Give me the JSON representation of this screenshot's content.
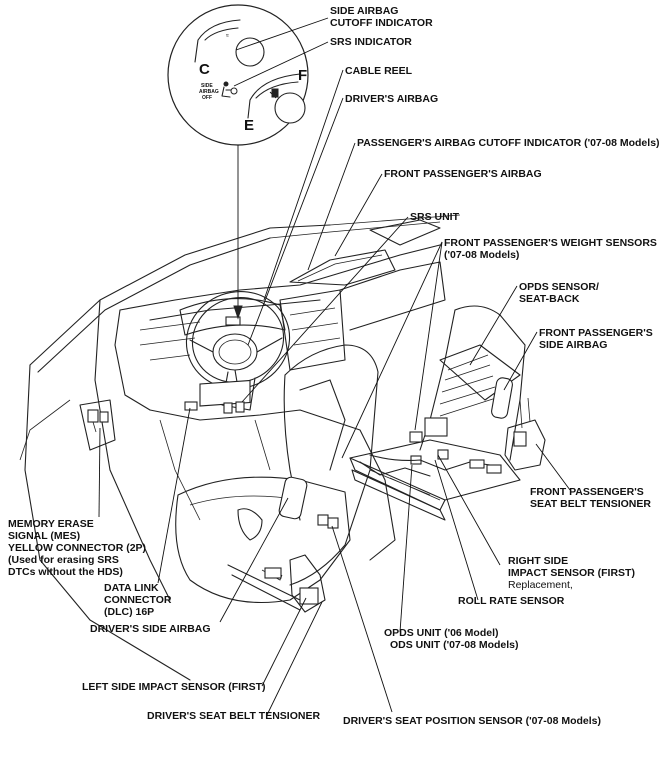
{
  "labels": {
    "side_airbag_cutoff_indicator": [
      "SIDE AIRBAG",
      "CUTOFF INDICATOR"
    ],
    "srs_indicator": "SRS INDICATOR",
    "cable_reel": "CABLE REEL",
    "drivers_airbag": "DRIVER'S AIRBAG",
    "passenger_airbag_cutoff_indicator": "PASSENGER'S AIRBAG CUTOFF INDICATOR ('07-08 Models)",
    "front_passenger_airbag": "FRONT PASSENGER'S AIRBAG",
    "srs_unit": "SRS UNIT",
    "front_passenger_weight_sensors": [
      "FRONT PASSENGER'S WEIGHT SENSORS",
      "('07-08 Models)"
    ],
    "opds_sensor_seatback": [
      "OPDS SENSOR/",
      "SEAT-BACK"
    ],
    "front_passenger_side_airbag": [
      "FRONT PASSENGER'S",
      "SIDE AIRBAG"
    ],
    "front_passenger_seat_belt_tensioner": [
      "FRONT PASSENGER'S",
      "SEAT BELT TENSIONER"
    ],
    "memory_erase_signal": [
      "MEMORY ERASE",
      "SIGNAL (MES)",
      "YELLOW CONNECTOR (2P)",
      "(Used for erasing SRS",
      "DTCs without the HDS)"
    ],
    "data_link_connector": [
      "DATA LINK",
      "CONNECTOR",
      "(DLC) 16P"
    ],
    "drivers_side_airbag": "DRIVER'S SIDE AIRBAG",
    "right_side_impact_sensor": [
      "RIGHT SIDE",
      "IMPACT SENSOR (FIRST)"
    ],
    "replacement_note": "Replacement,",
    "roll_rate_sensor": "ROLL RATE SENSOR",
    "opds_unit": "OPDS UNIT ('06 Model)",
    "ods_unit": "ODS UNIT ('07-08 Models)",
    "left_side_impact_sensor": "LEFT SIDE IMPACT SENSOR (FIRST)",
    "drivers_seat_belt_tensioner": "DRIVER'S SEAT BELT TENSIONER",
    "drivers_seat_position_sensor": "DRIVER'S SEAT POSITION SENSOR ('07-08 Models)"
  },
  "gauge": {
    "temp_cold": "C",
    "fuel_full": "F",
    "fuel_empty": "E",
    "side_airbag_text": [
      "SIDE",
      "AIRBAG",
      "OFF"
    ]
  }
}
